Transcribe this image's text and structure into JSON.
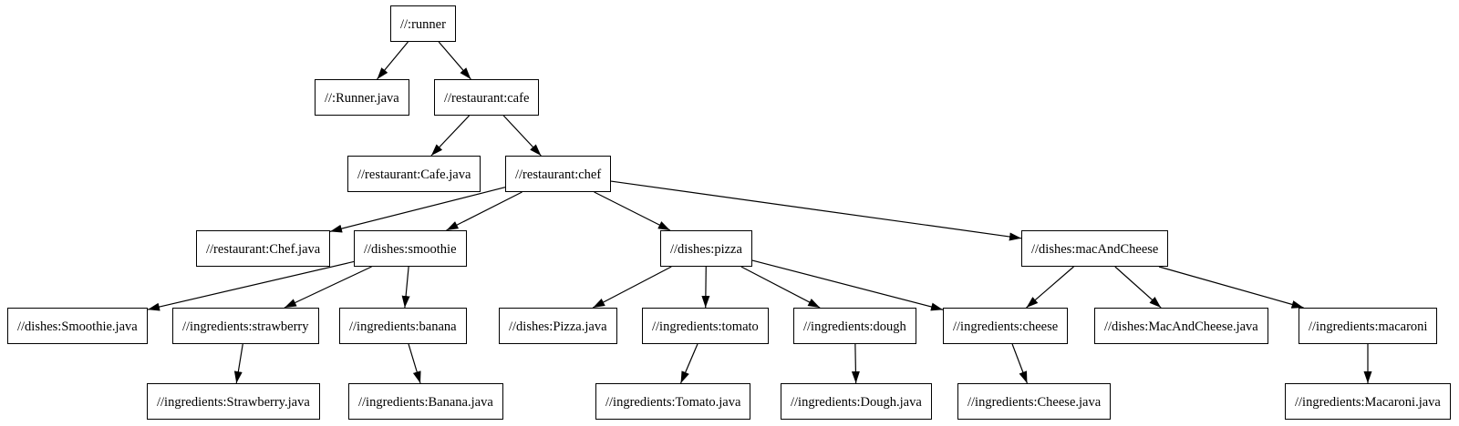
{
  "diagram": {
    "kind": "build-target-dependency-graph",
    "colors": {
      "background": "#ffffff",
      "node_fill": "#ffffff",
      "node_border": "#000000",
      "text": "#000000",
      "edge": "#000000"
    },
    "nodes": [
      {
        "id": "runner",
        "label": "//:runner"
      },
      {
        "id": "runner-java",
        "label": "//:Runner.java"
      },
      {
        "id": "cafe",
        "label": "//restaurant:cafe"
      },
      {
        "id": "cafe-java",
        "label": "//restaurant:Cafe.java"
      },
      {
        "id": "chef",
        "label": "//restaurant:chef"
      },
      {
        "id": "chef-java",
        "label": "//restaurant:Chef.java"
      },
      {
        "id": "smoothie",
        "label": "//dishes:smoothie"
      },
      {
        "id": "pizza",
        "label": "//dishes:pizza"
      },
      {
        "id": "mac-and-cheese",
        "label": "//dishes:macAndCheese"
      },
      {
        "id": "smoothie-java",
        "label": "//dishes:Smoothie.java"
      },
      {
        "id": "strawberry",
        "label": "//ingredients:strawberry"
      },
      {
        "id": "banana",
        "label": "//ingredients:banana"
      },
      {
        "id": "pizza-java",
        "label": "//dishes:Pizza.java"
      },
      {
        "id": "tomato",
        "label": "//ingredients:tomato"
      },
      {
        "id": "dough",
        "label": "//ingredients:dough"
      },
      {
        "id": "cheese",
        "label": "//ingredients:cheese"
      },
      {
        "id": "mac-and-cheese-java",
        "label": "//dishes:MacAndCheese.java"
      },
      {
        "id": "macaroni",
        "label": "//ingredients:macaroni"
      },
      {
        "id": "strawberry-java",
        "label": "//ingredients:Strawberry.java"
      },
      {
        "id": "banana-java",
        "label": "//ingredients:Banana.java"
      },
      {
        "id": "tomato-java",
        "label": "//ingredients:Tomato.java"
      },
      {
        "id": "dough-java",
        "label": "//ingredients:Dough.java"
      },
      {
        "id": "cheese-java",
        "label": "//ingredients:Cheese.java"
      },
      {
        "id": "macaroni-java",
        "label": "//ingredients:Macaroni.java"
      }
    ],
    "edges": [
      {
        "from": "runner",
        "to": "runner-java"
      },
      {
        "from": "runner",
        "to": "cafe"
      },
      {
        "from": "cafe",
        "to": "cafe-java"
      },
      {
        "from": "cafe",
        "to": "chef"
      },
      {
        "from": "chef",
        "to": "chef-java"
      },
      {
        "from": "chef",
        "to": "smoothie"
      },
      {
        "from": "chef",
        "to": "pizza"
      },
      {
        "from": "chef",
        "to": "mac-and-cheese"
      },
      {
        "from": "smoothie",
        "to": "smoothie-java"
      },
      {
        "from": "smoothie",
        "to": "strawberry"
      },
      {
        "from": "smoothie",
        "to": "banana"
      },
      {
        "from": "strawberry",
        "to": "strawberry-java"
      },
      {
        "from": "banana",
        "to": "banana-java"
      },
      {
        "from": "pizza",
        "to": "pizza-java"
      },
      {
        "from": "pizza",
        "to": "tomato"
      },
      {
        "from": "pizza",
        "to": "dough"
      },
      {
        "from": "pizza",
        "to": "cheese"
      },
      {
        "from": "mac-and-cheese",
        "to": "cheese"
      },
      {
        "from": "mac-and-cheese",
        "to": "mac-and-cheese-java"
      },
      {
        "from": "mac-and-cheese",
        "to": "macaroni"
      },
      {
        "from": "tomato",
        "to": "tomato-java"
      },
      {
        "from": "dough",
        "to": "dough-java"
      },
      {
        "from": "cheese",
        "to": "cheese-java"
      },
      {
        "from": "macaroni",
        "to": "macaroni-java"
      }
    ]
  }
}
